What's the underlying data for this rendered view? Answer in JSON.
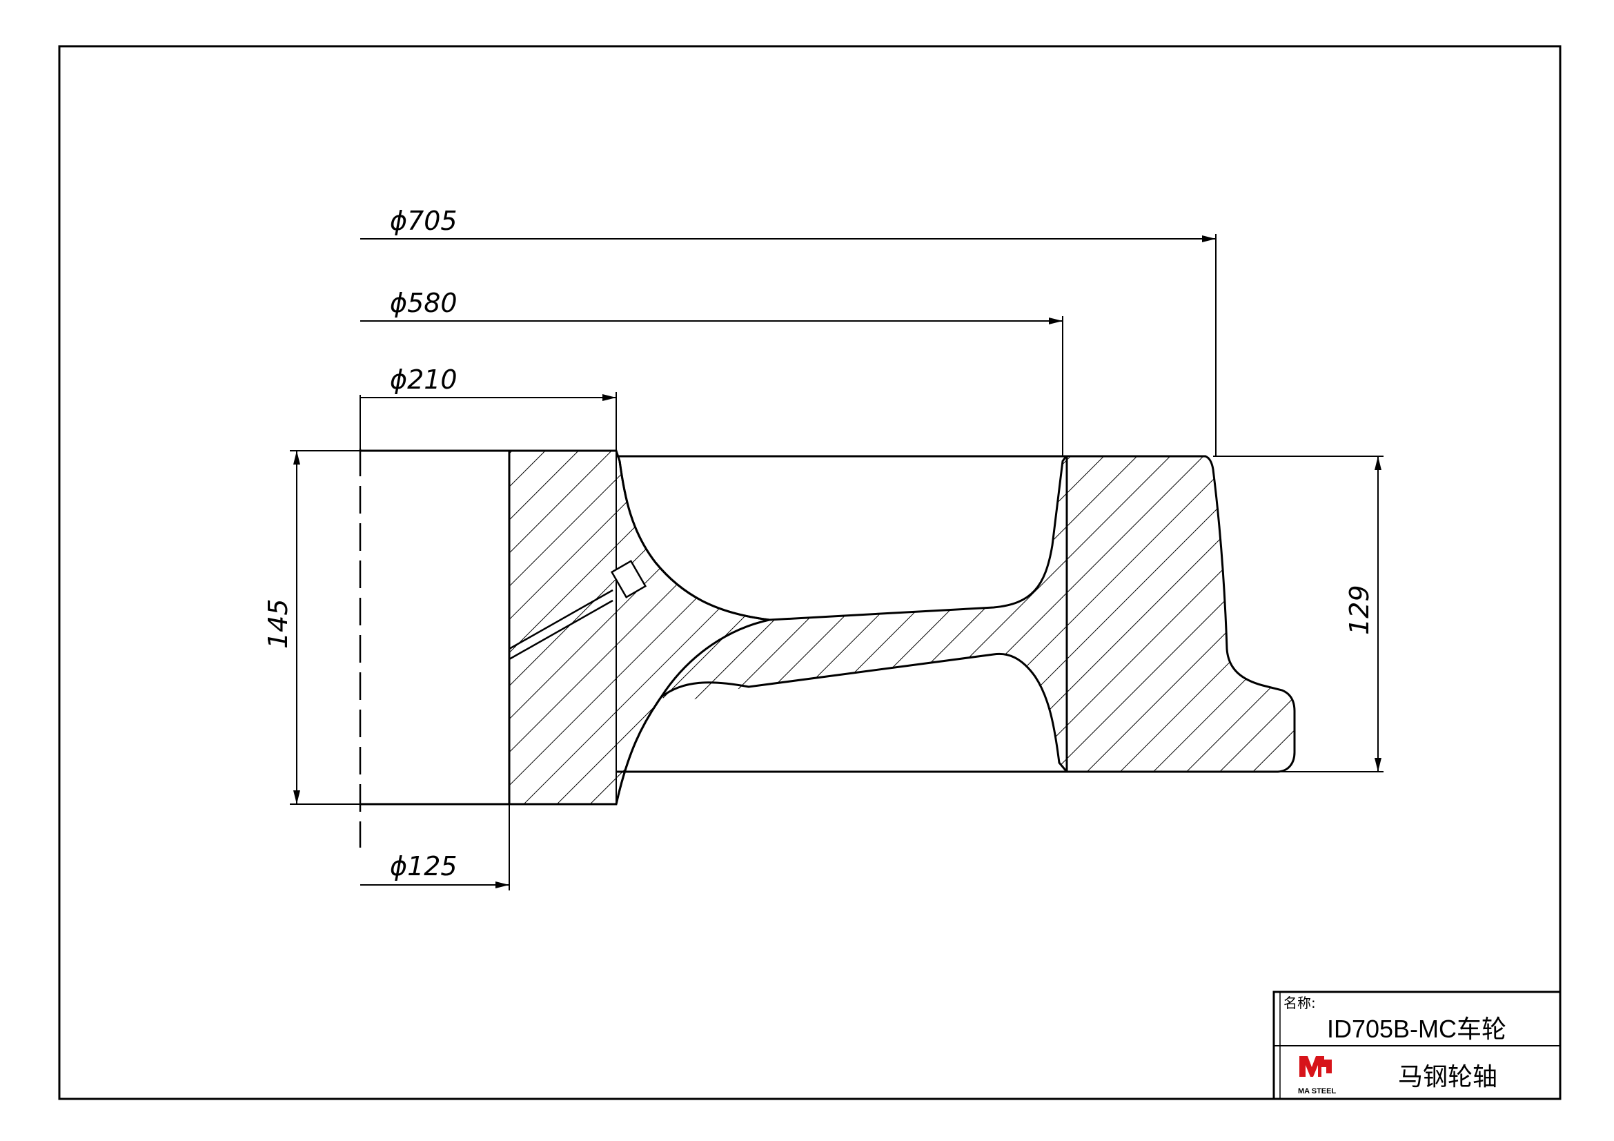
{
  "dimensions": {
    "d705": "ϕ705",
    "d580": "ϕ580",
    "d210": "ϕ210",
    "d125": "ϕ125",
    "h145": "145",
    "h129": "129"
  },
  "title_block": {
    "name_label": "名称:",
    "part_name": "ID705B-MC车轮",
    "company": "马钢轮轴",
    "logo_text": "MA STEEL"
  },
  "colors": {
    "line": "#000000",
    "logo": "#d7141a"
  }
}
